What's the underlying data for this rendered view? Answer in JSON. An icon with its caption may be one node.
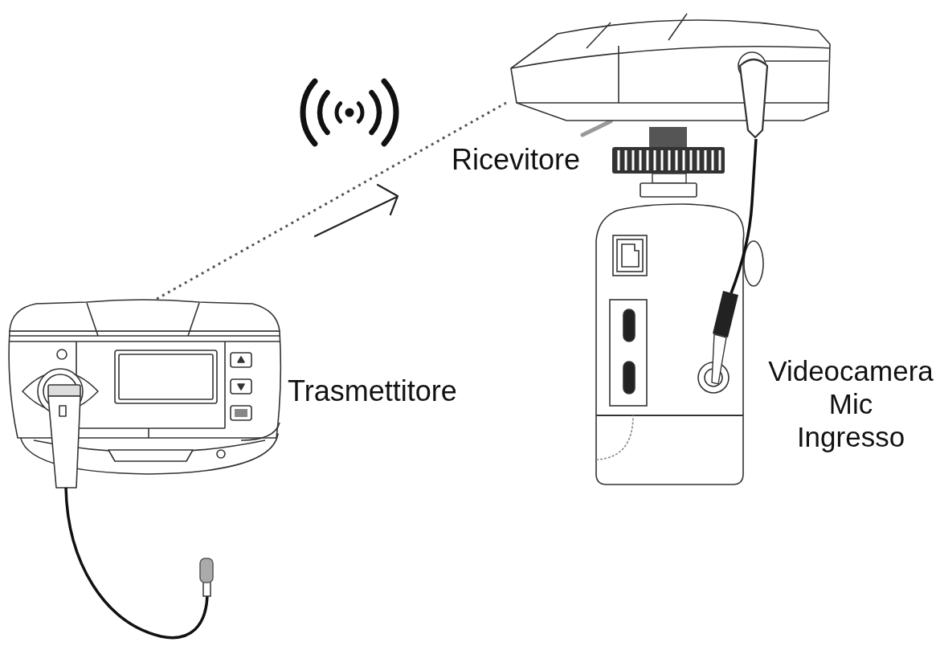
{
  "diagram": {
    "nodes": [
      {
        "text": [],
        "shape": "picture",
        "beside": [
          "Trasmettitore"
        ]
      },
      {
        "text": [],
        "shape": "picture",
        "beside": [
          "Ricevitore"
        ]
      },
      {
        "text": [],
        "shape": "picture",
        "beside": [
          "Videocamera Mic Ingresso"
        ]
      }
    ],
    "edges": [
      {
        "from": 0,
        "to": 1,
        "arrow": "none",
        "style": "dashed"
      },
      {
        "from": 1,
        "to": 2,
        "arrow": "none"
      }
    ]
  }
}
